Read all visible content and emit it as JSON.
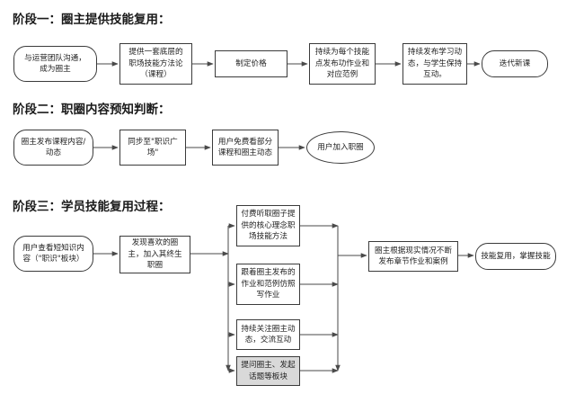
{
  "stages": [
    {
      "title": "阶段一：圈主提供技能复用：",
      "nodes": [
        "与运营团队沟通，\n成为圈主",
        "提供一套底层的\n职场技能方法论\n（课程）",
        "制定价格",
        "持续为每个技能\n点发布功作业和\n对应范例",
        "持续发布学习动\n态，与学生保持\n互动。",
        "迭代新课"
      ]
    },
    {
      "title": "阶段二：职圈内容预知判断：",
      "nodes": [
        "圈主发布课程内容/\n动态",
        "同步至\"职识广\n场\"",
        "用户免费看部分\n课程和圈主动态",
        "用户加入职圈"
      ]
    },
    {
      "title": "阶段三：学员技能复用过程：",
      "nodes": [
        "用户查看短知识内\n容（\"职识\"板块）",
        "发现喜欢的圈\n主，加入其终生\n职圈",
        "付费听取圈子提\n供的核心理念职\n场技能方法",
        "跟着圈主发布的\n作业和范例仿照\n写作业",
        "持续关注圈主动\n态，交流互动",
        "提问圈主、发起\n话题等板块",
        "圈主根据现实情况不断\n发布章节作业和案例",
        "技能复用，掌握技能"
      ]
    }
  ]
}
